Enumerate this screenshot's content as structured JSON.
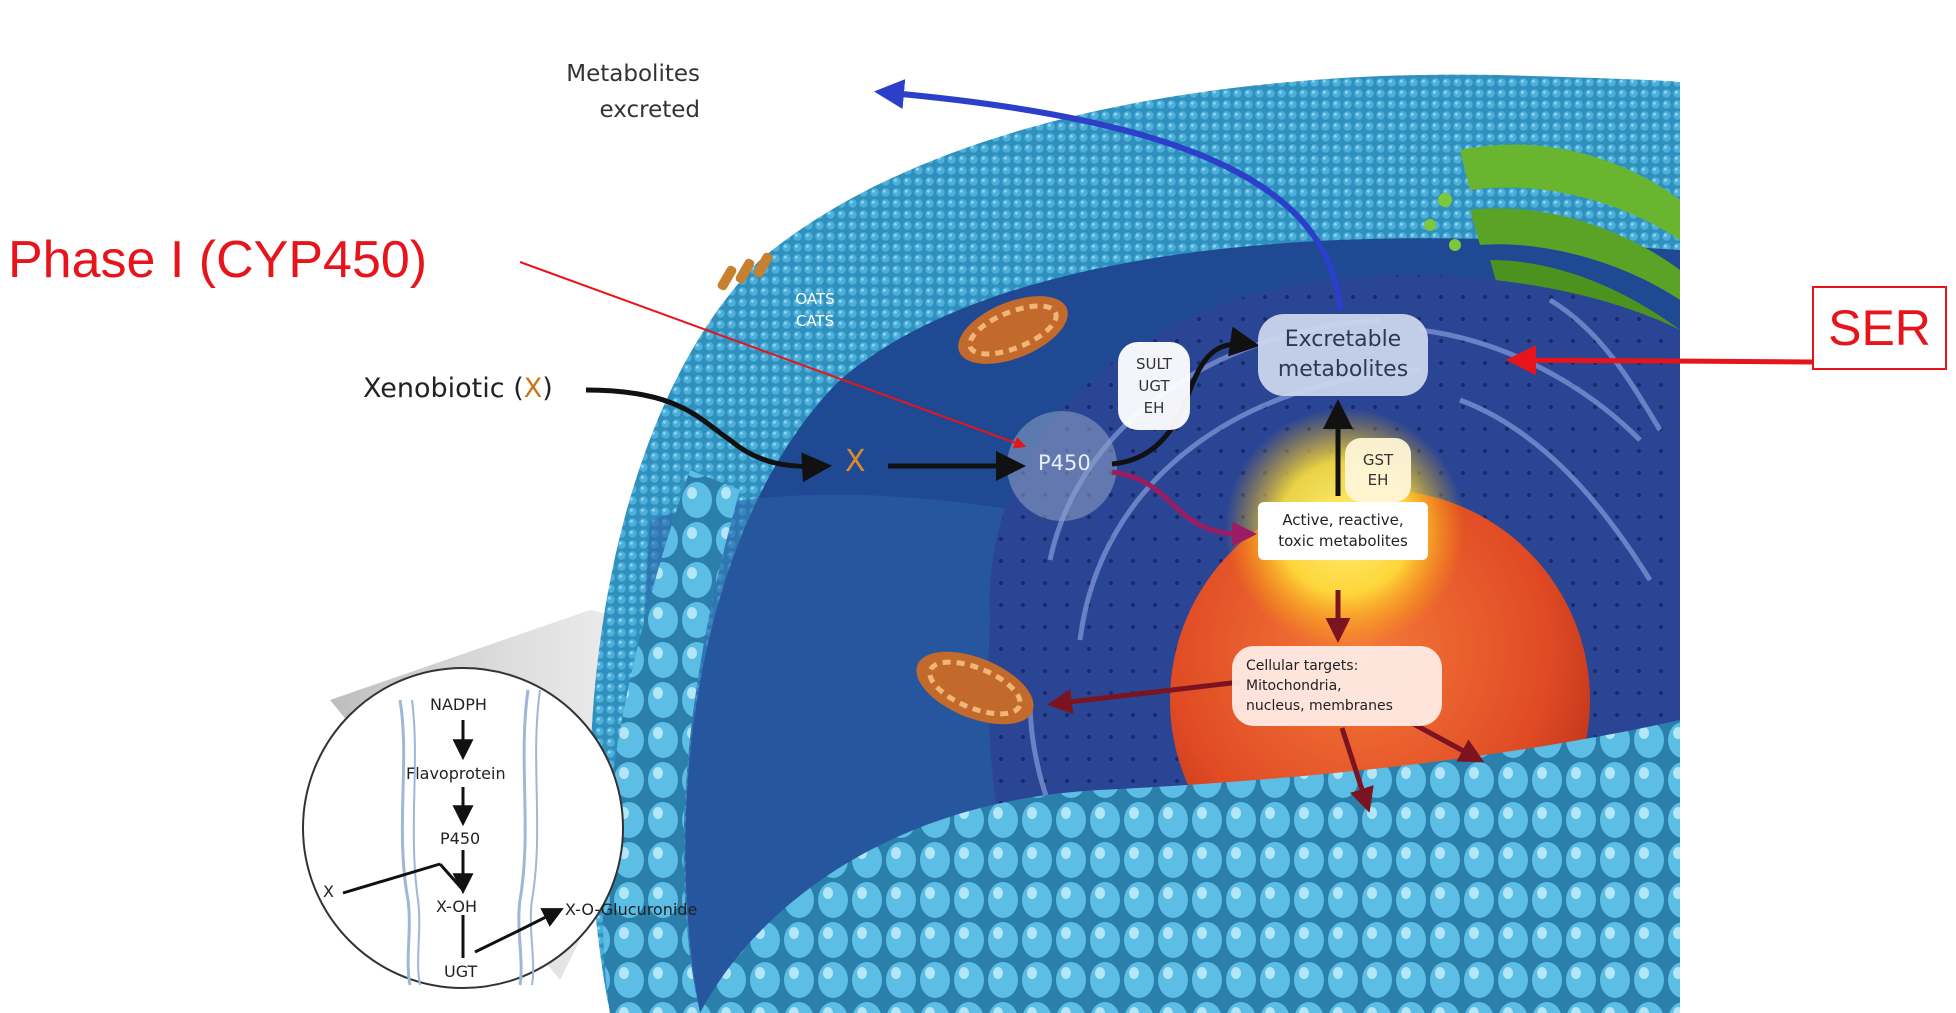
{
  "annotations": {
    "phase_label": "Phase I (CYP450)",
    "ser_label": "SER"
  },
  "cell": {
    "metabolites_excreted_line1": "Metabolites",
    "metabolites_excreted_line2": "excreted",
    "xenobiotic_text": "Xenobiotic (",
    "xenobiotic_x": "X",
    "xenobiotic_close": ")",
    "x_mid": "X",
    "oats_line1": "OATS",
    "oats_line2": "CATS",
    "sult_line1": "SULT",
    "sult_line2": "UGT",
    "sult_line3": "EH",
    "p450": "P450",
    "excretable_line1": "Excretable",
    "excretable_line2": "metabolites",
    "gst_line1": "GST",
    "gst_line2": "EH",
    "active_line1": "Active, reactive,",
    "active_line2": "toxic metabolites",
    "targets_line1": "Cellular targets:",
    "targets_line2": "Mitochondria,",
    "targets_line3": "nucleus, membranes"
  },
  "inset": {
    "nadph": "NADPH",
    "flavoprotein": "Flavoprotein",
    "p450": "P450",
    "x": "X",
    "xoh": "X-OH",
    "ugt": "UGT",
    "glucuronide": "X-O-Glucuronide"
  },
  "colors": {
    "annotation_red": "#e8141b",
    "membrane_blue": "#3b9cc8",
    "er_navy": "#243a86",
    "nucleus_orange": "#e0502a",
    "golgi_green": "#5fa82a",
    "excretion_arrow": "#2b3fc9"
  }
}
